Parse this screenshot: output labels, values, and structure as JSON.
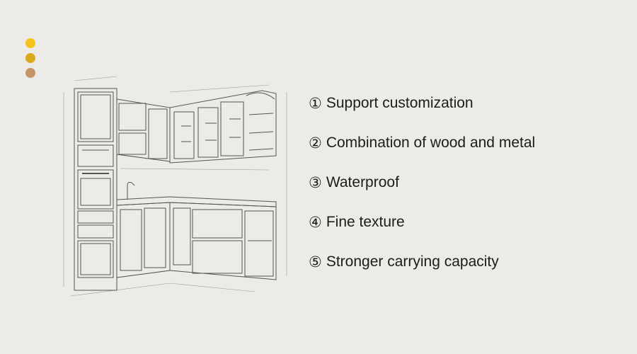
{
  "decor": {
    "dots": [
      {
        "color": "#f6c21f"
      },
      {
        "color": "#d9a81b"
      },
      {
        "color": "#c59566"
      }
    ]
  },
  "illustration": {
    "subject": "kitchen-cabinet-sketch-icon",
    "stroke_color": "#555555"
  },
  "features": [
    {
      "num": "①",
      "text": "Support customization"
    },
    {
      "num": "②",
      "text": "Combination of wood and metal"
    },
    {
      "num": "③",
      "text": "Waterproof"
    },
    {
      "num": "④",
      "text": "Fine texture"
    },
    {
      "num": "⑤",
      "text": "Stronger carrying capacity"
    }
  ]
}
